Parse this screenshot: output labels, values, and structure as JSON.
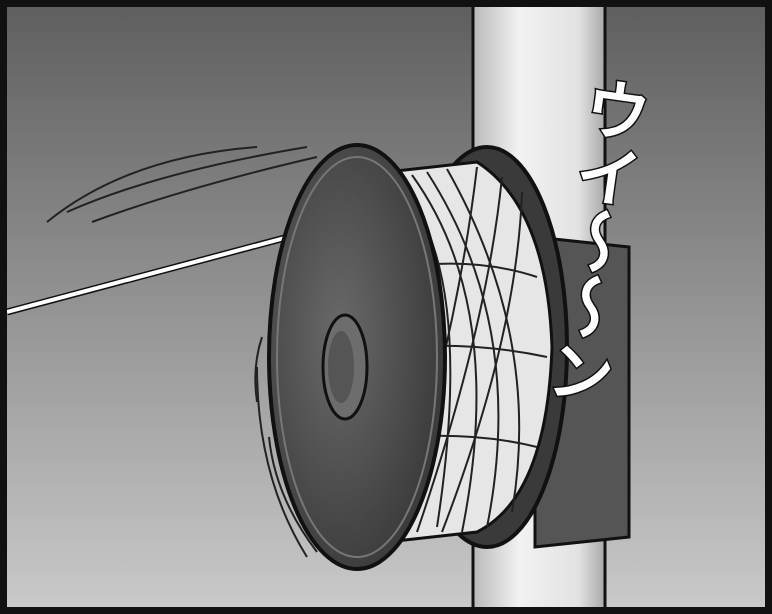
{
  "panel": {
    "sound_effect": "ウイ〜〜ン",
    "colors": {
      "background_top": "#5f5f5f",
      "background_bottom": "#c9c9c9",
      "pole": "#e8e8e8",
      "spool_dark": "#4a4a4a",
      "wire": "#ffffff",
      "ink": "#111111"
    },
    "icons": [
      "pole",
      "clamp-bracket",
      "wire-spool",
      "wire-strand",
      "motion-lines"
    ]
  }
}
